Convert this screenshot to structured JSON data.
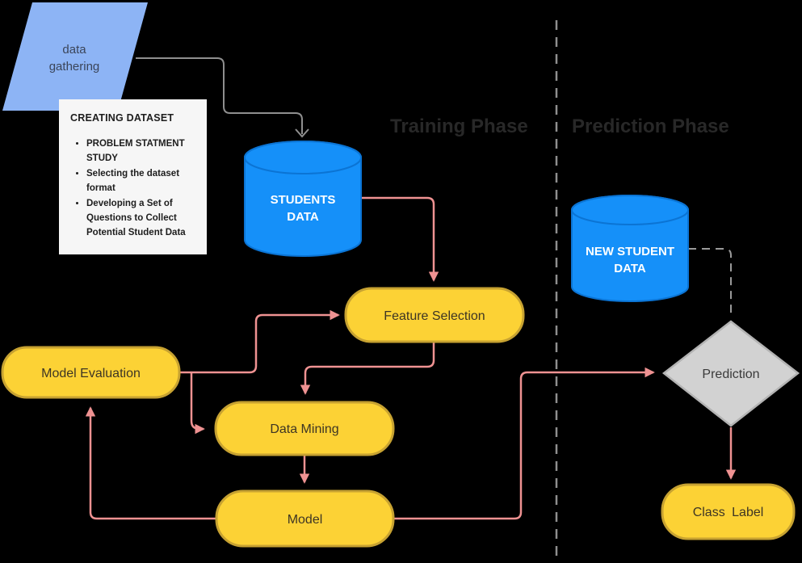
{
  "phases": {
    "training": "Training Phase",
    "prediction": "Prediction Phase"
  },
  "nodes": {
    "data_gathering": {
      "label": "data gathering",
      "type": "parallelogram"
    },
    "creating_dataset_note": {
      "title": "CREATING DATASET",
      "bullets": [
        "PROBLEM STATMENT STUDY",
        "Selecting the dataset format",
        "Developing a Set of Questions to Collect Potential Student Data"
      ]
    },
    "students_data": {
      "label": "STUDENTS DATA",
      "type": "database"
    },
    "feature_selection": {
      "label": "Feature Selection",
      "type": "process"
    },
    "model_evaluation": {
      "label": "Model Evaluation",
      "type": "process"
    },
    "data_mining": {
      "label": "Data Mining",
      "type": "process"
    },
    "model": {
      "label": "Model",
      "type": "process"
    },
    "new_student_data": {
      "label": "NEW STUDENT DATA",
      "type": "database"
    },
    "prediction": {
      "label": "Prediction",
      "type": "decision"
    },
    "class_label": {
      "label": "Class Label",
      "type": "process"
    }
  },
  "colors": {
    "background": "#000000",
    "process_fill": "#fcd235",
    "process_border": "#c7a231",
    "database_fill": "#1590f9",
    "database_border": "#0b74d4",
    "parallelogram_fill": "#8db4f5",
    "decision_fill": "#d2d2d2",
    "decision_border": "#b3b3b3",
    "arrow_pink": "#ef9292",
    "connector_gray": "#8f8f8f",
    "note_background": "#f6f6f6",
    "phase_title_text": "#282828"
  }
}
